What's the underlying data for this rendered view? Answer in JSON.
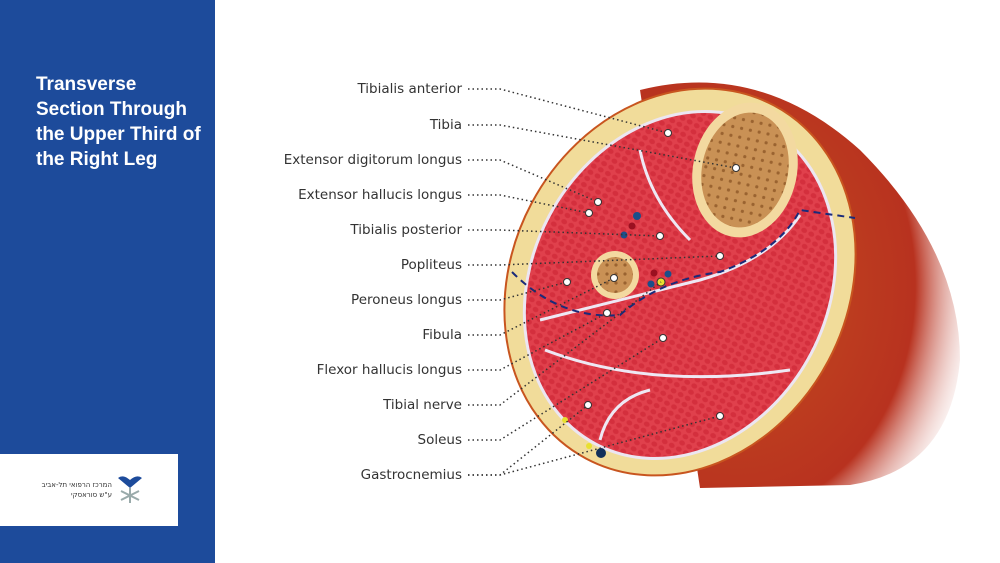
{
  "title": "Transverse Section Through the Upper Third of the Right Leg",
  "logo": {
    "line1": "המרכז הרפואי תל-אביב",
    "line2": "ע\"ש סוראסקי"
  },
  "labels": [
    "Tibialis anterior",
    "Tibia",
    "Extensor digitorum longus",
    "Extensor hallucis longus",
    "Tibialis posterior",
    "Popliteus",
    "Peroneus longus",
    "Fibula",
    "Flexor hallucis longus",
    "Tibial nerve",
    "Soleus",
    "Gastrocnemius"
  ],
  "colors": {
    "panel": "#1d4b9b",
    "muscle": "#d9343f",
    "bone": "#c98a4a",
    "fat": "#f1dc9a",
    "skin": "#c8551f"
  }
}
